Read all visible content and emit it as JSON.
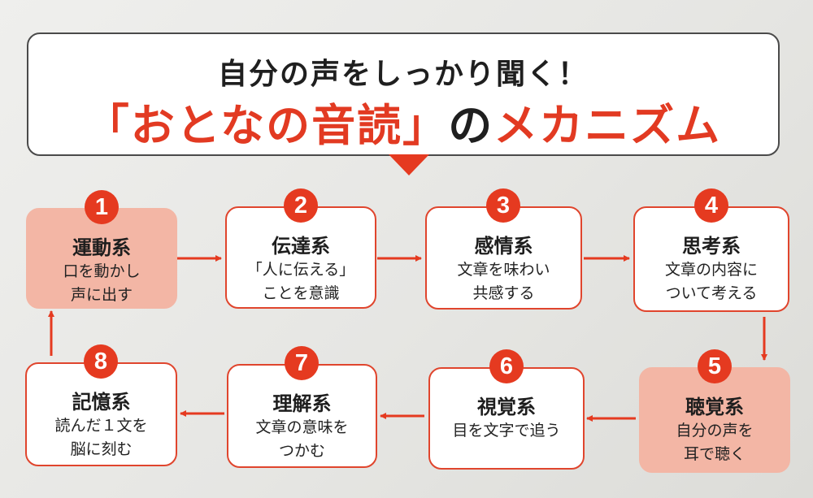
{
  "header": {
    "subtitle": "自分の声をしっかり聞く！",
    "title_red": "「おとなの音読」",
    "title_black": "の",
    "title_red2": "メカニズム"
  },
  "steps": [
    {
      "number": "1",
      "title": "運動系",
      "desc": "口を動かし\n声に出す"
    },
    {
      "number": "2",
      "title": "伝達系",
      "desc": "「人に伝える」\nことを意識"
    },
    {
      "number": "3",
      "title": "感情系",
      "desc": "文章を味わい\n共感する"
    },
    {
      "number": "4",
      "title": "思考系",
      "desc": "文章の内容に\nついて考える"
    },
    {
      "number": "5",
      "title": "聴覚系",
      "desc": "自分の声を\n耳で聴く"
    },
    {
      "number": "6",
      "title": "視覚系",
      "desc": "目を文字で追う"
    },
    {
      "number": "7",
      "title": "理解系",
      "desc": "文章の意味を\nつかむ"
    },
    {
      "number": "8",
      "title": "記憶系",
      "desc": "読んだ１文を\n脳に刻む"
    }
  ],
  "colors": {
    "accent": "#e53a20",
    "highlight_box": "#f3b6a5",
    "box_border": "#e0452d"
  },
  "icons": [
    "flow-arrow-icon",
    "down-triangle-icon"
  ]
}
